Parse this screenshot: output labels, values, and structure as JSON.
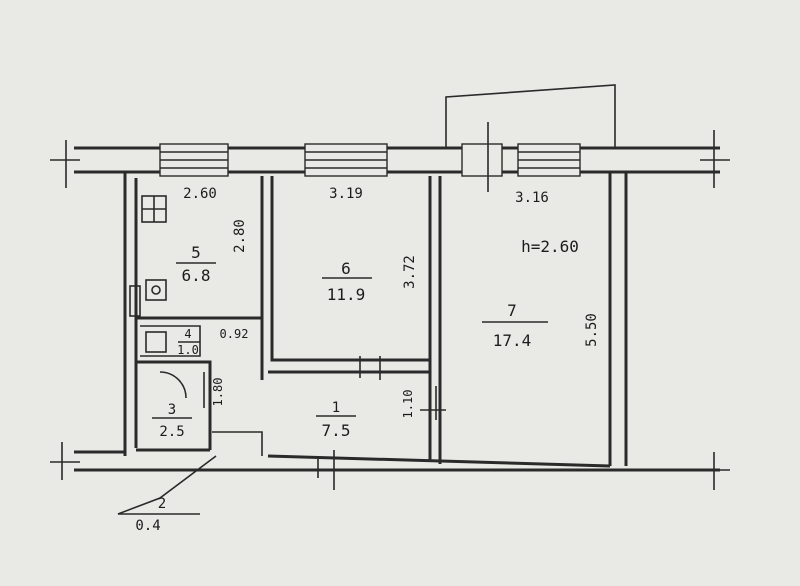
{
  "rooms": [
    {
      "number": "5",
      "area": "6.8"
    },
    {
      "number": "6",
      "area": "11.9"
    },
    {
      "number": "7",
      "area": "17.4"
    },
    {
      "number": "1",
      "area": "7.5"
    },
    {
      "number": "3",
      "area": "2.5"
    },
    {
      "number": "2",
      "area": "0.4"
    },
    {
      "number": "4",
      "area": "1.0"
    }
  ],
  "dimensions": {
    "kitchen_width": "2.60",
    "kitchen_depth": "2.80",
    "room6_width": "3.19",
    "room6_depth": "3.72",
    "room7_width": "3.16",
    "room7_depth": "5.50",
    "ceiling_height": "h=2.60",
    "wc_width": "0.92",
    "bath_depth": "1.80",
    "hall_small": "1.10"
  },
  "colors": {
    "paper": "#e9e9e6",
    "ink": "#2a2a2a"
  }
}
